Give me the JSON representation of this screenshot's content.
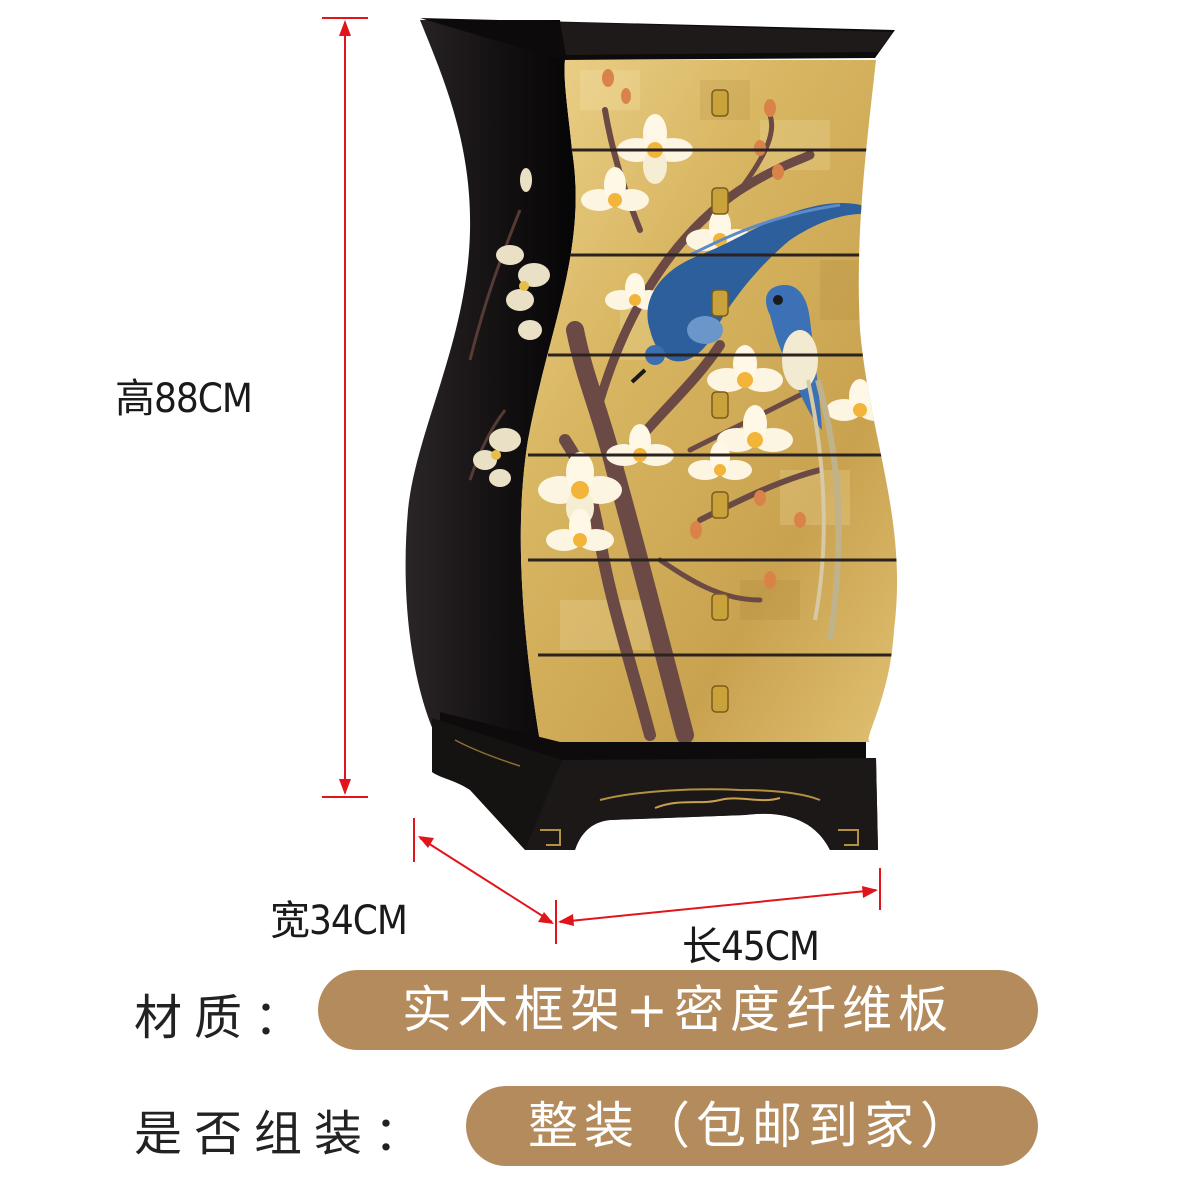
{
  "dimensions": {
    "height_label": "高88CM",
    "width_label": "宽34CM",
    "length_label": "长45CM"
  },
  "specs": {
    "material_label": "材质：",
    "material_value": "实木框架+密度纤维板",
    "assembly_label": "是否组装：",
    "assembly_value": "整装（包邮到家）"
  },
  "colors": {
    "lacquer": "#141010",
    "gold_leaf": "#d9b561",
    "dimension_line": "#e0151b",
    "badge": "#b48b5c"
  }
}
